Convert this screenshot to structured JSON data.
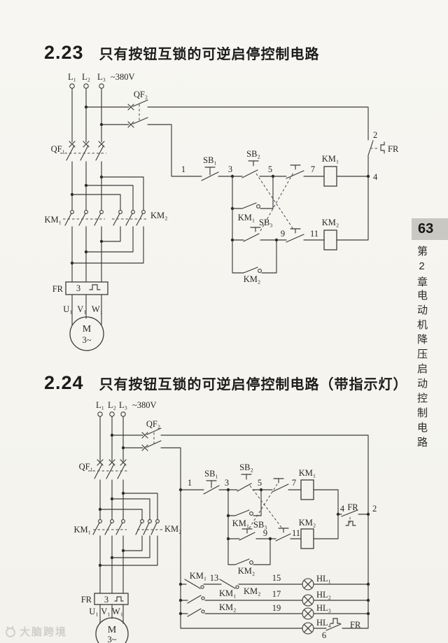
{
  "page": {
    "number": "63",
    "chapter_num": "第2章",
    "chapter_title": "电动机降压启动控制电路",
    "watermark": "大脑跨境"
  },
  "sections": [
    {
      "no": "2.23",
      "title": "只有按钮互锁的可逆启停控制电路"
    },
    {
      "no": "2.24",
      "title": "只有按钮互锁的可逆启停控制电路（带指示灯）"
    }
  ],
  "c1": {
    "labels": {
      "L1": "L₁",
      "L2": "L₂",
      "L3": "L₃",
      "V": "~380V",
      "QF1": "QF₁",
      "QF2": "QF₂",
      "KM1": "KM₁",
      "KM2": "KM₂",
      "KM1coil": "KM₁",
      "KM2coil": "KM₂",
      "KM1aux": "KM₁",
      "KM2aux": "KM₂",
      "FRc": "FR",
      "FRbox": "FR",
      "fr3": "3",
      "SB1": "SB₁",
      "SB2": "SB₂",
      "SB3": "SB₃",
      "n1": "1",
      "n2": "2",
      "n3": "3",
      "n4": "4",
      "n5": "5",
      "n7": "7",
      "n9": "9",
      "n11": "11",
      "U1": "U₁",
      "V1": "V₁",
      "W1": "W₁",
      "M": "M",
      "M3": "3~"
    }
  },
  "c2": {
    "labels": {
      "L1": "L₁",
      "L2": "L₂",
      "L3": "L₃",
      "V": "~380V",
      "QF1": "QF₁",
      "QF2": "QF₂",
      "KM1": "KM₁",
      "KM2": "KM₂",
      "KM1coil": "KM₁",
      "KM2coil": "KM₂",
      "KM1aux": "KM₁",
      "KM2aux": "KM₂",
      "KM1nc": "KM₁",
      "KM2nc": "KM₂",
      "KM1no": "KM₁",
      "KM2no": "KM₂",
      "FRc": "FR",
      "FRbox": "FR",
      "FRlamp": "FR",
      "fr3": "3",
      "SB1": "SB₁",
      "SB2": "SB₂",
      "SB3": "SB₃",
      "n1": "1",
      "n2": "2",
      "n3": "3",
      "n4": "4",
      "n5": "5",
      "n7": "7",
      "n9": "9",
      "n11": "11",
      "n13": "13",
      "n15": "15",
      "n17": "17",
      "n19": "19",
      "n6": "6",
      "HL1": "HL₁",
      "HL2": "HL₂",
      "HL3": "HL₃",
      "HL4": "HL₄",
      "U1": "U₁",
      "V1": "V₁",
      "W1": "W₁",
      "M": "M",
      "M3": "3~"
    }
  }
}
